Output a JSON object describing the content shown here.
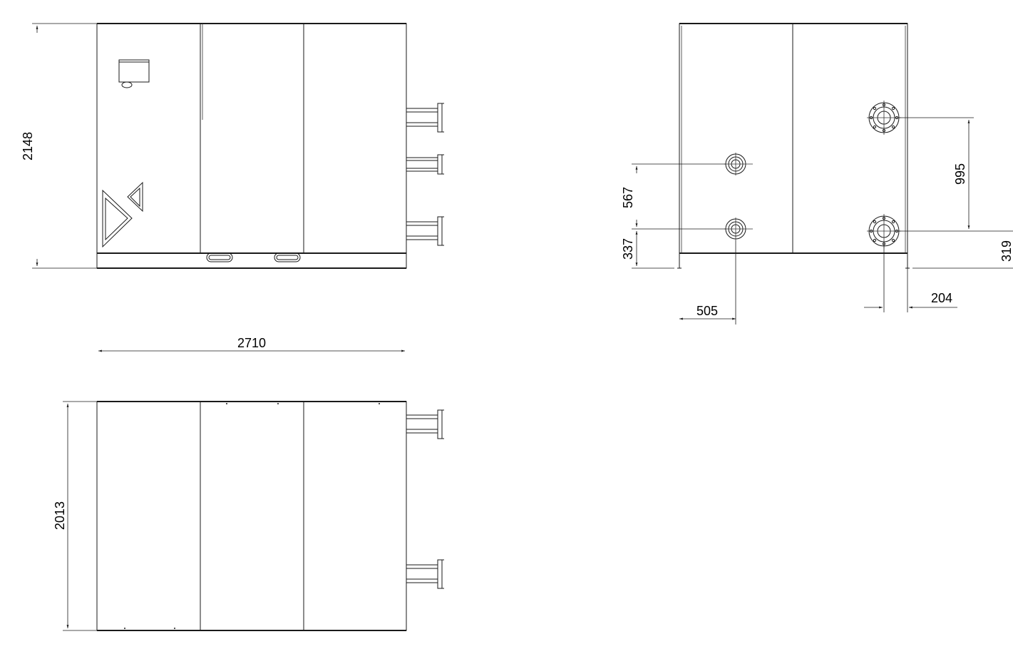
{
  "drawing": {
    "views": [
      {
        "id": "front-view"
      },
      {
        "id": "side-view"
      },
      {
        "id": "top-view"
      }
    ],
    "dimensions": {
      "front_height": "2148",
      "front_width": "2710",
      "top_depth": "2013",
      "side_upper_spacing": "995",
      "side_left_upper": "567",
      "side_left_lower": "337",
      "side_right_lower": "319",
      "side_left_offset": "505",
      "side_right_offset": "204"
    }
  }
}
